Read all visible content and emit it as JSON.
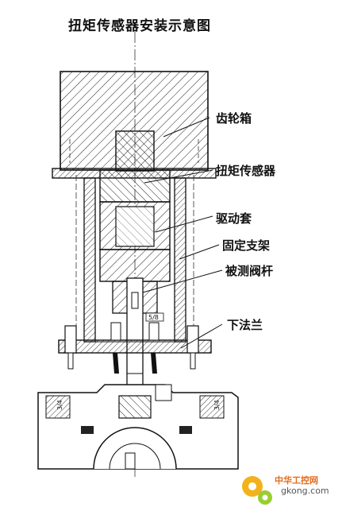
{
  "title": "扭矩传感器安装示意图",
  "labels": {
    "gearbox": "齿轮箱",
    "torque_sensor": "扭矩传感器",
    "drive_sleeve": "驱动套",
    "fixed_bracket": "固定支架",
    "valve_stem": "被测阀杆",
    "lower_flange": "下法兰"
  },
  "dimensions": {
    "stem": "5/8",
    "left_bolt": "3/4",
    "right_bolt": "3/4"
  },
  "watermark": {
    "name": "中华工控网",
    "url": "gkong.com"
  },
  "colors": {
    "line": "#111111",
    "hatch": "#222222",
    "watermark_orange": "#e46a1a",
    "watermark_yellow": "#f2b21b"
  }
}
